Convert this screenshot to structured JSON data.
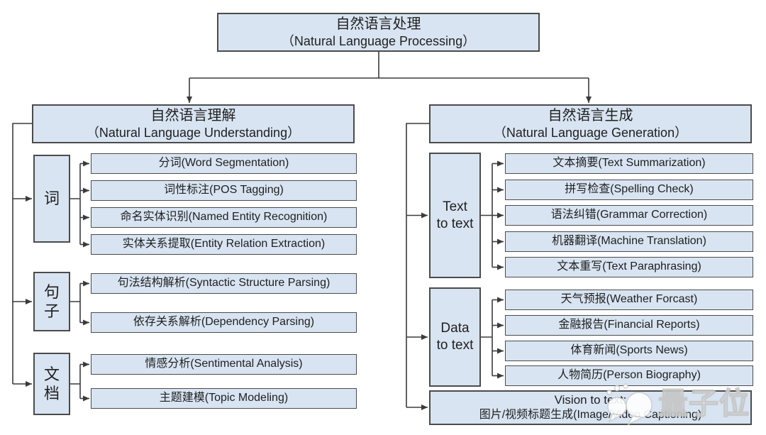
{
  "colors": {
    "box_fill": "#d8e4f1",
    "box_border": "#4b4b4b",
    "line": "#3b3b3b",
    "text": "#1f1f1f"
  },
  "root": {
    "title_zh": "自然语言处理",
    "title_en": "（Natural Language Processing）"
  },
  "nlu": {
    "title_zh": "自然语言理解",
    "title_en": "（Natural Language Understanding）",
    "groups": [
      {
        "label": "词",
        "label_lines": [
          "词"
        ],
        "items": [
          "分词(Word Segmentation)",
          "词性标注(POS Tagging)",
          "命名实体识别(Named Entity Recognition)",
          "实体关系提取(Entity Relation Extraction)"
        ]
      },
      {
        "label": "句子",
        "label_lines": [
          "句",
          "子"
        ],
        "items": [
          "句法结构解析(Syntactic Structure Parsing)",
          "依存关系解析(Dependency Parsing)"
        ]
      },
      {
        "label": "文档",
        "label_lines": [
          "文",
          "档"
        ],
        "items": [
          "情感分析(Sentimental Analysis)",
          "主题建模(Topic Modeling)"
        ]
      }
    ]
  },
  "nlg": {
    "title_zh": "自然语言生成",
    "title_en": "（Natural Language Generation）",
    "groups": [
      {
        "label": "Text to text",
        "label_lines": [
          "Text",
          "to text"
        ],
        "items": [
          "文本摘要(Text Summarization)",
          "拼写检查(Spelling Check)",
          "语法纠错(Grammar Correction)",
          "机器翻译(Machine Translation)",
          "文本重写(Text Paraphrasing)"
        ]
      },
      {
        "label": "Data to text",
        "label_lines": [
          "Data",
          "to text"
        ],
        "items": [
          "天气预报(Weather Forcast)",
          "金融报告(Financial Reports)",
          "体育新闻(Sports News)",
          "人物简历(Person Biography)"
        ]
      }
    ],
    "vision_box": {
      "line1": "Vision to text:",
      "line2": "图片/视频标题生成(Image/Video Captioning)"
    }
  },
  "watermark": {
    "brand": "量子位"
  }
}
